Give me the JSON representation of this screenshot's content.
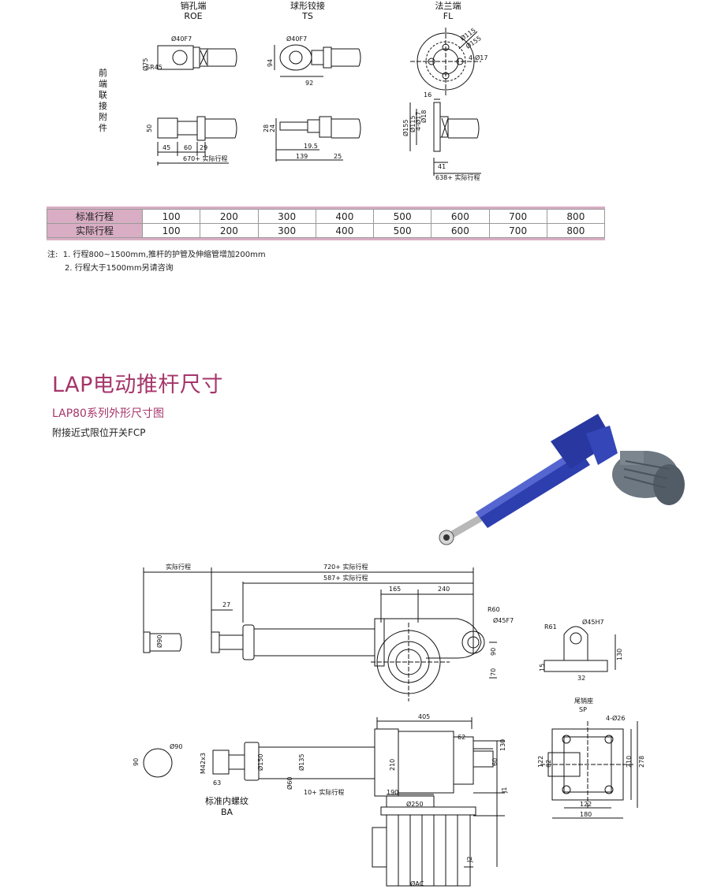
{
  "attachments": {
    "side_label": "前端联接附件",
    "roe": {
      "name": "销孔端",
      "code": "ROE",
      "dims": [
        "Ø40F7",
        "Ø75",
        "SR45",
        "50",
        "45",
        "60",
        "29",
        "670+ 实际行程"
      ]
    },
    "ts": {
      "name": "球形铰接",
      "code": "TS",
      "dims": [
        "Ø40F7",
        "94",
        "92",
        "28",
        "24",
        "19.5",
        "139",
        "25"
      ]
    },
    "fl": {
      "name": "法兰端",
      "code": "FL",
      "dims": [
        "Ø115",
        "Ø155",
        "4-Ø17",
        "16",
        "Ø155",
        "Ø115",
        "4-Ø17",
        "Ø18",
        "41",
        "638+ 实际行程"
      ]
    }
  },
  "stroke_table": {
    "rows": [
      {
        "label": "标准行程",
        "values": [
          "100",
          "200",
          "300",
          "400",
          "500",
          "600",
          "700",
          "800"
        ]
      },
      {
        "label": "实际行程",
        "values": [
          "100",
          "200",
          "300",
          "400",
          "500",
          "600",
          "700",
          "800"
        ]
      }
    ]
  },
  "notes": {
    "prefix": "注:",
    "items": [
      "1. 行程800~1500mm,推杆的护管及伸缩管增加200mm",
      "2. 行程大于1500mm另请咨询"
    ]
  },
  "section": {
    "title": "LAP电动推杆尺寸",
    "subtitle": "LAP80系列外形尺寸图",
    "subtitle2": "附接近式限位开关FCP"
  },
  "drawing": {
    "top_dims": [
      "实际行程",
      "720+ 实际行程",
      "587+ 实际行程",
      "165",
      "240",
      "27",
      "R60",
      "Ø45F7",
      "Ø90",
      "90",
      "70"
    ],
    "side_dims": [
      "R61",
      "Ø45H7",
      "15",
      "130",
      "32"
    ],
    "bottom_dims": [
      "405",
      "62",
      "130",
      "60",
      "Ø90",
      "90",
      "M42x3",
      "Ø150",
      "Ø135",
      "210",
      "63",
      "Ø60",
      "10+ 实际行程",
      "190",
      "Ø250",
      "J1",
      "J2",
      "ØAC"
    ],
    "sp": {
      "name": "尾销座",
      "code": "SP",
      "dims": [
        "4-Ø26",
        "122",
        "62",
        "210",
        "278",
        "122",
        "180"
      ]
    },
    "ba": {
      "name": "标准内螺纹",
      "code": "BA"
    }
  },
  "colors": {
    "accent": "#a5356a",
    "table_header": "#d9aec4",
    "actuator_blue": "#2d3fae"
  }
}
